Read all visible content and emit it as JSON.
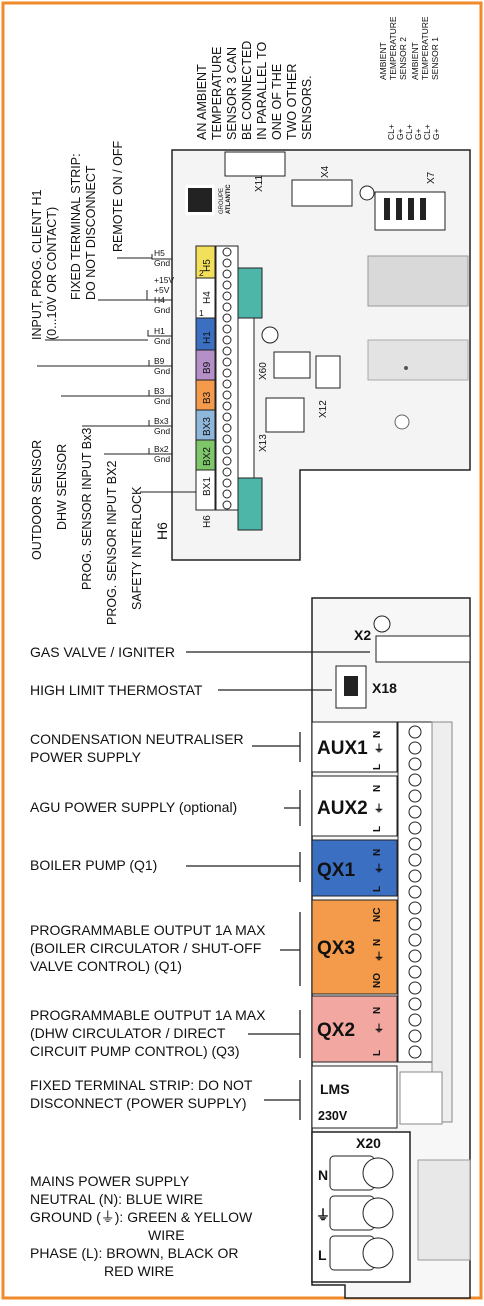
{
  "colors": {
    "frame": "#f08a2a",
    "yellow": "#f3e05a",
    "teal": "#4db6a8",
    "blue": "#3b6fc1",
    "purple": "#b58fc8",
    "orange": "#f39a4b",
    "green": "#7ec66a",
    "salmon": "#f2a7a0",
    "lightblue": "#8fb7dc"
  },
  "top": {
    "vertical_labels": {
      "input_h1": [
        "INPUT, PROG. CLIENT H1",
        "(0...10V OR CONTACT)"
      ],
      "fixed_strip": [
        "FIXED TERMINAL STRIP:",
        "DO NOT DISCONNECT"
      ],
      "remote": "REMOTE ON / OFF",
      "outdoor": "OUTDOOR SENSOR",
      "dhw": "DHW SENSOR",
      "bx3": "PROG. SENSOR INPUT Bx3",
      "bx2": "PROG. SENSOR INPUT BX2",
      "safety": "SAFETY INTERLOCK",
      "ambient3": [
        "AN AMBIENT",
        "TEMPERATURE",
        "SENSOR 3 CAN",
        "BE CONNECTED",
        "IN PARALLEL TO",
        "ONE OF THE",
        "TWO OTHER",
        "SENSORS."
      ],
      "ambient2": [
        "AMBIENT",
        "TEMPERATURE",
        "SENSOR 2"
      ],
      "ambient1": [
        "AMBIENT",
        "TEMPERATURE",
        "SENSOR 1"
      ]
    },
    "pin_labels": {
      "cl_g_1": [
        "CL+",
        "G+"
      ],
      "cl_g_2": [
        "CL+",
        "G+"
      ],
      "cl_g_3": [
        "CL+",
        "G+"
      ],
      "h5": [
        "H5",
        "Gnd"
      ],
      "h4": [
        "+15V",
        "+5V",
        "H4",
        "Gnd"
      ],
      "h1": [
        "H1",
        "Gnd"
      ],
      "b9": [
        "B9",
        "Gnd"
      ],
      "b3": [
        "B3",
        "Gnd"
      ],
      "bx3": [
        "Bx3",
        "Gnd"
      ],
      "bx2": [
        "Bx2",
        "Gnd"
      ]
    },
    "connectors": {
      "x11": "X11",
      "x4": "X4",
      "x7": "X7",
      "x60": "X60",
      "x12": "X12",
      "x13": "X13",
      "h6": "H6",
      "bx1": "BX1",
      "bx2": "BX2",
      "bx3": "BX3",
      "b3": "B3",
      "b9": "B9",
      "h1": "H1",
      "h4": "H4",
      "h5": "H5",
      "two": "2",
      "one": "1"
    },
    "logo": [
      "GROUPE",
      "ATLANTIC"
    ]
  },
  "bottom": {
    "labels": {
      "gas_valve": "GAS VALVE / IGNITER",
      "high_limit": "HIGH LIMIT THERMOSTAT",
      "condensation": [
        "CONDENSATION NEUTRALISER",
        "POWER SUPPLY"
      ],
      "agu": "AGU POWER SUPPLY (optional)",
      "boiler_pump": "BOILER PUMP (Q1)",
      "prog_out_1": [
        "PROGRAMMABLE OUTPUT 1A MAX",
        "(BOILER CIRCULATOR / SHUT-OFF",
        "VALVE CONTROL) (Q1)"
      ],
      "prog_out_2": [
        "PROGRAMMABLE OUTPUT 1A MAX",
        "(DHW CIRCULATOR / DIRECT",
        "CIRCUIT PUMP CONTROL) (Q3)"
      ],
      "fixed_strip": [
        "FIXED TERMINAL STRIP: DO NOT",
        "DISCONNECT (POWER SUPPLY)"
      ],
      "mains": [
        "MAINS POWER SUPPLY",
        "NEUTRAL (N): BLUE WIRE",
        "GROUND (⏚): GREEN & YELLOW",
        "WIRE",
        "PHASE (L): BROWN, BLACK OR",
        "RED WIRE"
      ]
    },
    "connectors": {
      "x2": "X2",
      "x18": "X18",
      "x20": "X20",
      "aux1": "AUX1",
      "aux2": "AUX2",
      "qx1": "QX1",
      "qx3": "QX3",
      "qx2": "QX2",
      "lms": "LMS",
      "v230": "230V",
      "n": "N",
      "l": "L",
      "nc": "NC",
      "no": "NO",
      "ground": "⏚"
    }
  }
}
